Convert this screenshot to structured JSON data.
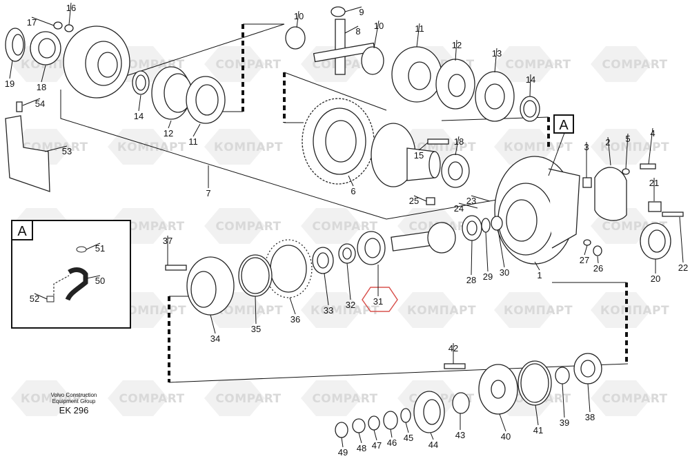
{
  "watermark": {
    "text_cyrillic": "КОМПАРТ",
    "text_latin": "COMPART"
  },
  "callouts": [
    "1",
    "2",
    "3",
    "4",
    "5",
    "6",
    "7",
    "8",
    "9",
    "10",
    "11",
    "12",
    "13",
    "14",
    "15",
    "16",
    "17",
    "18",
    "19",
    "20",
    "21",
    "22",
    "23",
    "24",
    "25",
    "26",
    "27",
    "28",
    "29",
    "30",
    "31",
    "32",
    "33",
    "34",
    "35",
    "36",
    "37",
    "38",
    "39",
    "40",
    "41",
    "42",
    "43",
    "44",
    "45",
    "46",
    "47",
    "48",
    "49",
    "50",
    "51",
    "52",
    "53",
    "54"
  ],
  "detail_label": "A",
  "inset_label": "A",
  "highlight_callout": "31",
  "caption": {
    "line1": "Volvo Construction",
    "line2": "Equipment Group",
    "code": "EK  296"
  },
  "colors": {
    "highlight": "#d9534f",
    "ink": "#222222",
    "watermark": "#d9d9d9"
  }
}
